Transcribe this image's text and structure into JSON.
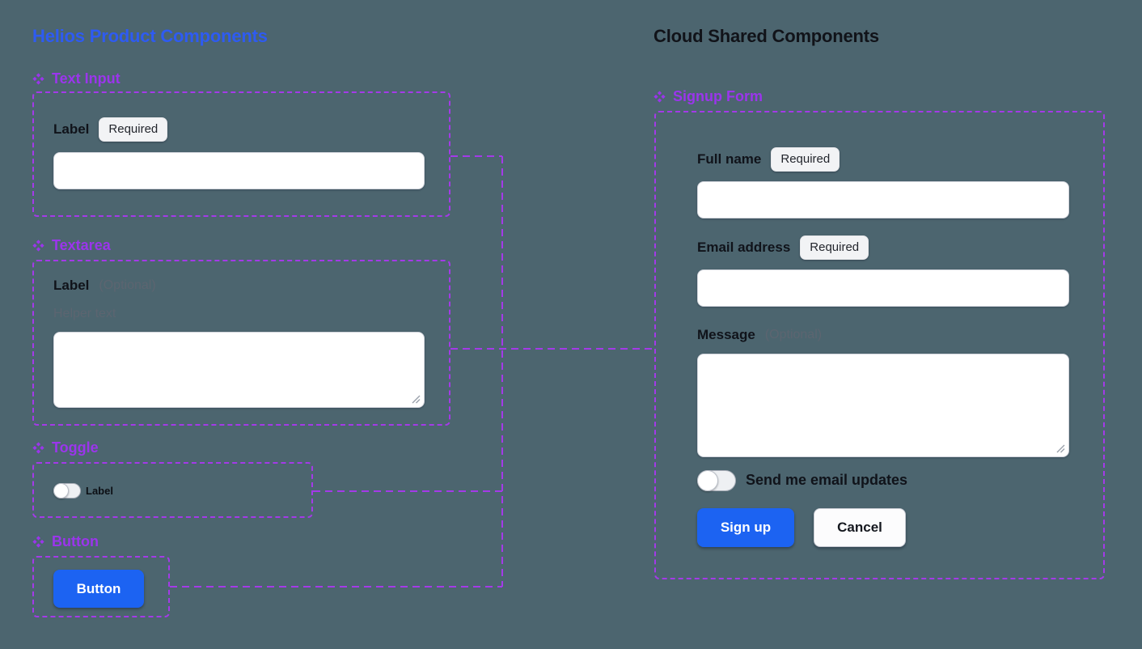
{
  "colors": {
    "background": "#4c656f",
    "component_outline": "#a43ae8",
    "component_label": "#9b35ec",
    "left_title": "#2e5bf2",
    "right_title": "#111319",
    "primary_button": "#1c63f2"
  },
  "icons": {
    "component_icon": "❖ four-diamond component glyph",
    "resize_handle_icon": "// diagonal resize grip"
  },
  "left": {
    "title": "Helios Product Components",
    "text_input": {
      "heading": "Text Input",
      "label": "Label",
      "badge": "Required",
      "value": ""
    },
    "textarea": {
      "heading": "Textarea",
      "label": "Label",
      "optional": "(Optional)",
      "helper": "Helper text",
      "value": ""
    },
    "toggle": {
      "heading": "Toggle",
      "label": "Label",
      "state": "off"
    },
    "button": {
      "heading": "Button",
      "label": "Button"
    }
  },
  "right": {
    "title": "Cloud Shared Components",
    "form": {
      "heading": "Signup Form",
      "fields": [
        {
          "label": "Full name",
          "badge": "Required",
          "type": "input",
          "value": ""
        },
        {
          "label": "Email address",
          "badge": "Required",
          "type": "input",
          "value": ""
        },
        {
          "label": "Message",
          "optional": "(Optional)",
          "type": "textarea",
          "value": ""
        }
      ],
      "toggle_label": "Send me email updates",
      "toggle_state": "off",
      "submit_label": "Sign up",
      "cancel_label": "Cancel"
    }
  }
}
